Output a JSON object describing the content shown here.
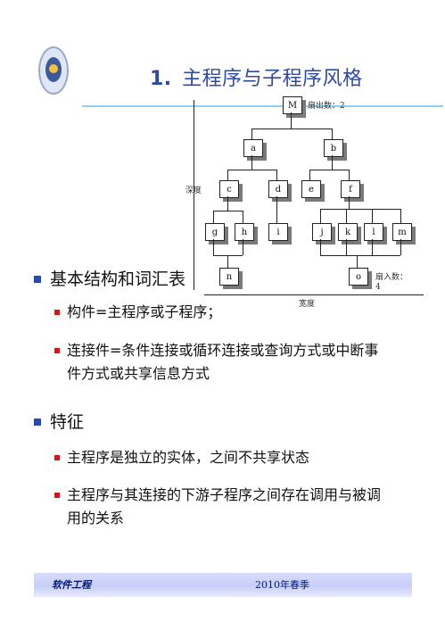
{
  "title": {
    "number": "1.",
    "text": "主程序与子程序风格"
  },
  "diagram": {
    "nodes": {
      "M": "M",
      "a": "a",
      "b": "b",
      "c": "c",
      "d": "d",
      "e": "e",
      "f": "f",
      "g": "g",
      "h": "h",
      "i": "i",
      "j": "j",
      "k": "k",
      "l": "l",
      "m": "m",
      "n": "n",
      "o": "o"
    },
    "labels": {
      "fan_out": "扇出数：2",
      "fan_in": "扇入数：",
      "fan_in_value": "4",
      "depth": "深度",
      "width": "宽度"
    }
  },
  "sections": [
    {
      "heading": "基本结构和词汇表",
      "items": [
        {
          "text": "构件=主程序或子程序；"
        },
        {
          "text": "连接件=条件连接或循环连接或查询方式或中断事件方式或共享信息方式"
        }
      ]
    },
    {
      "heading": "特征",
      "items": [
        {
          "text": "主程序是独立的实体，之间不共享状态"
        },
        {
          "text": "主程序与其连接的下游子程序之间存在调用与被调用的关系"
        }
      ]
    }
  ],
  "footer": {
    "course": "软件工程",
    "term": "2010年春季"
  }
}
